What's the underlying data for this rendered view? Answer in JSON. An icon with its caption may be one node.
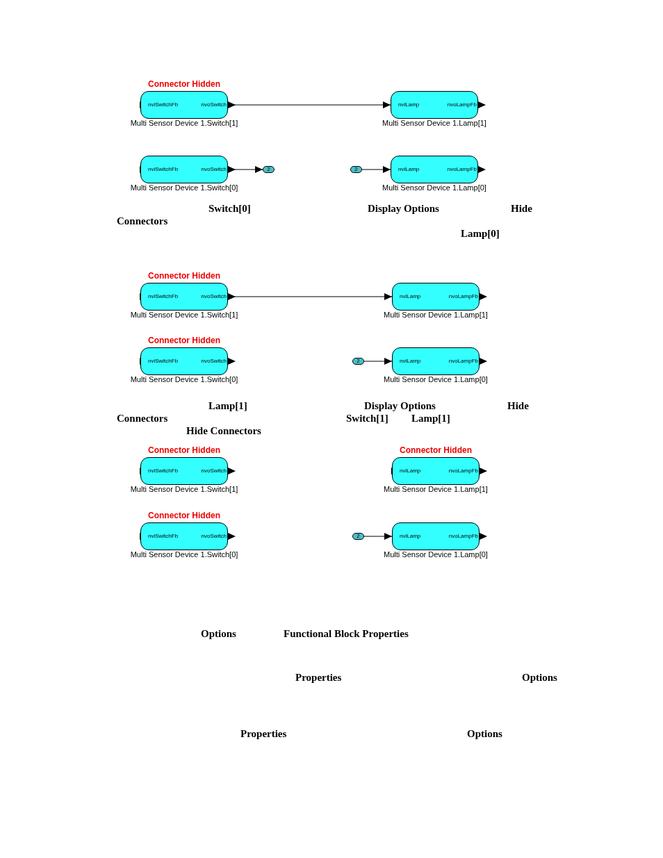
{
  "diagram": {
    "nodes": [
      {
        "text": [
          "nviSwitchFb",
          "nvoSwitch"
        ],
        "beside": [
          "Connector Hidden",
          "Multi Sensor Device 1.Switch[1]"
        ]
      },
      {
        "text": [
          "nviLamp",
          "nvoLampFb"
        ],
        "beside": [
          "Multi Sensor Device 1.Lamp[1]"
        ]
      },
      {
        "text": [
          "nviSwitchFb",
          "nvoSwitch"
        ],
        "beside": [
          "Multi Sensor Device 1.Switch[0]"
        ]
      },
      {
        "text": [
          "2"
        ]
      },
      {
        "text": [
          "2"
        ]
      },
      {
        "text": [
          "nviLamp",
          "nvoLampFb"
        ],
        "beside": [
          "Multi Sensor Device 1.Lamp[0]"
        ]
      },
      {
        "text": [
          "nviSwitchFb",
          "nvoSwitch"
        ],
        "beside": [
          "Connector Hidden",
          "Multi Sensor Device 1.Switch[1]"
        ]
      },
      {
        "text": [
          "nviLamp",
          "nvoLampFb"
        ],
        "beside": [
          "Multi Sensor Device 1.Lamp[1]"
        ]
      },
      {
        "text": [
          "nviSwitchFb",
          "nvoSwitch"
        ],
        "beside": [
          "Connector Hidden",
          "Multi Sensor Device 1.Switch[0]"
        ]
      },
      {
        "text": [
          "2"
        ]
      },
      {
        "text": [
          "nviLamp",
          "nvoLampFb"
        ],
        "beside": [
          "Multi Sensor Device 1.Lamp[0]"
        ]
      },
      {
        "text": [
          "nviSwitchFb",
          "nvoSwitch"
        ],
        "beside": [
          "Connector Hidden",
          "Multi Sensor Device 1.Switch[1]"
        ]
      },
      {
        "text": [
          "nviLamp",
          "nvoLampFb"
        ],
        "beside": [
          "Connector Hidden",
          "Multi Sensor Device 1.Lamp[1]"
        ]
      },
      {
        "text": [
          "nviSwitchFb",
          "nvoSwitch"
        ],
        "beside": [
          "Connector Hidden",
          "Multi Sensor Device 1.Switch[0]"
        ]
      },
      {
        "text": [
          "2"
        ]
      },
      {
        "text": [
          "nviLamp",
          "nvoLampFb"
        ],
        "beside": [
          "Multi Sensor Device 1.Lamp[0]"
        ]
      }
    ],
    "edges": [
      {
        "from": 0,
        "to": 1,
        "arrow": "to"
      },
      {
        "from": 2,
        "to": 3,
        "arrow": "to"
      },
      {
        "from": 4,
        "to": 5,
        "arrow": "to"
      },
      {
        "from": 6,
        "to": 7,
        "arrow": "to"
      },
      {
        "from": 9,
        "to": 10,
        "arrow": "to"
      },
      {
        "from": 14,
        "to": 15,
        "arrow": "to"
      }
    ],
    "labels": [
      "Switch[0]",
      "Display Options",
      "Hide",
      "Connectors",
      "Lamp[0]",
      "Lamp[1]",
      "Display Options",
      "Hide",
      "Connectors",
      "Switch[1]",
      "Lamp[1]",
      "Hide Connectors",
      "Options",
      "Functional Block Properties",
      "Properties",
      "Options",
      "Properties",
      "Options"
    ]
  }
}
